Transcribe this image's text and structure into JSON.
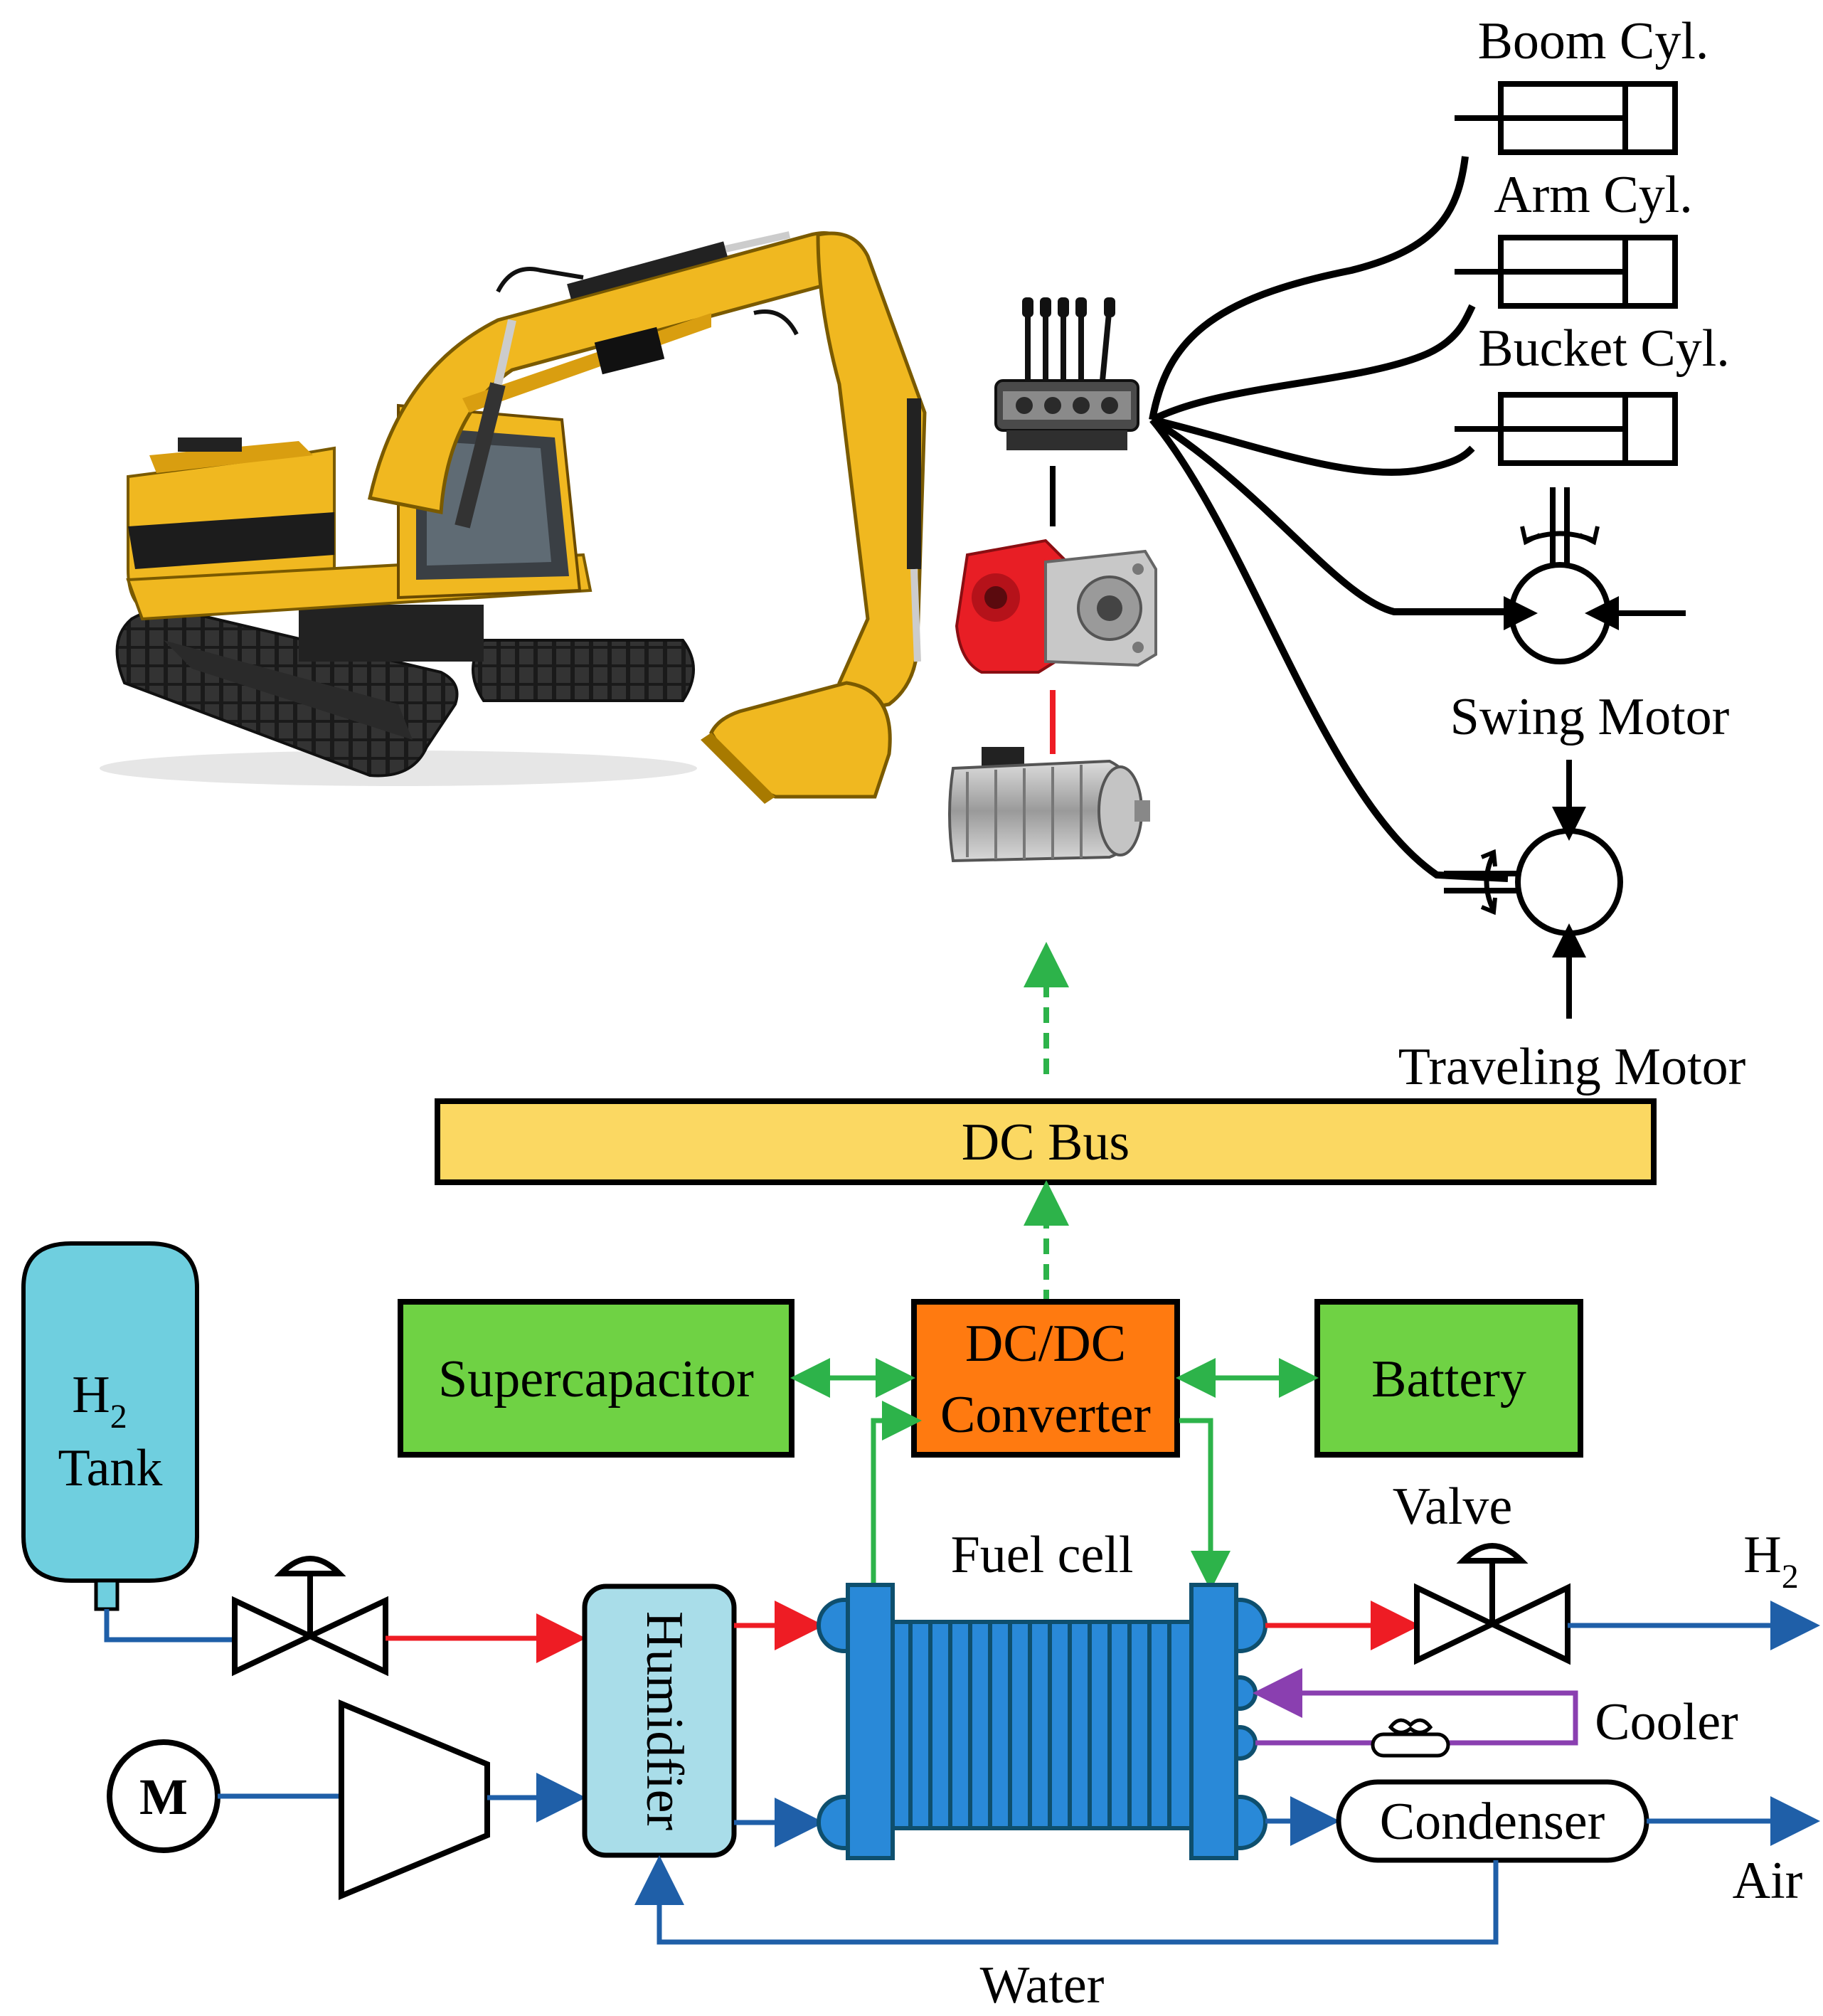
{
  "colors": {
    "hydrogen_line": "#ee1c24",
    "water_air_line": "#1f5fa8",
    "electric_line": "#2db34a",
    "coolant_line": "#8a3fb0",
    "dc_bus_fill": "#fbd862",
    "storage_fill": "#6fd244",
    "converter_fill": "#ff7a10",
    "tank_fill": "#6fcfdf",
    "humidifier_fill": "#a9dde9",
    "fuel_cell_fill": "#2989d8",
    "excavator_yellow": "#f0b820"
  },
  "actuators": {
    "boom": "Boom Cyl.",
    "arm": "Arm Cyl.",
    "bucket": "Bucket Cyl.",
    "swing": "Swing Motor",
    "travel": "Traveling Motor"
  },
  "bus": {
    "label": "DC Bus"
  },
  "storage": {
    "supercap": "Supercapacitor",
    "converter_line1": "DC/DC",
    "converter_line2": "Converter",
    "battery": "Battery"
  },
  "fuel_system": {
    "tank_h": "H",
    "tank_sub": "2",
    "tank_word": "Tank",
    "motor": "M",
    "humidifier": "Humidfier",
    "fuel_cell": "Fuel cell",
    "valve": "Valve",
    "out_h": "H",
    "out_sub": "2",
    "cooler": "Cooler",
    "condenser": "Condenser",
    "air": "Air",
    "water": "Water"
  },
  "icons": {
    "excavator": "excavator-image",
    "control_valve": "multi-way-valve-icon",
    "pump": "hydraulic-pump-icon",
    "motor": "electric-motor-icon"
  }
}
